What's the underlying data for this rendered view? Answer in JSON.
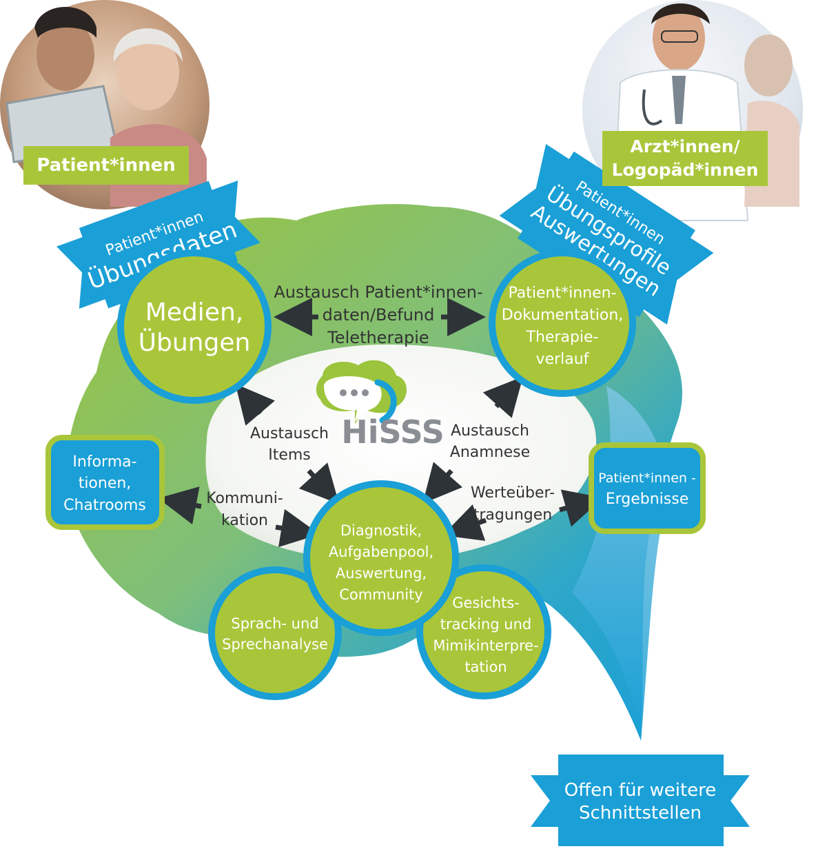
{
  "colors": {
    "green": "#a9c63a",
    "blue": "#1a9fd6",
    "dark_arrow": "#2e3338",
    "logo_gray": "#8a8e94"
  },
  "actors": {
    "patients": {
      "label": "Patient*innen",
      "icon": "patients-photo"
    },
    "doctors": {
      "line1": "Arzt*innen/",
      "line2": "Logopäd*innen",
      "icon": "doctor-photo"
    }
  },
  "banners": {
    "left": {
      "line1": "Patient*innen",
      "line2": "Übungsdaten"
    },
    "right": {
      "line1": "Patient*innen",
      "line2": "Übungsprofile",
      "line3": "Auswertungen"
    },
    "bottom": {
      "line1": "Offen für weitere",
      "line2": "Schnittstellen"
    }
  },
  "logo": {
    "text": "HiSSS",
    "icon": "speech-bubble-icon"
  },
  "nodes": {
    "media": {
      "line1": "Medien,",
      "line2": "Übungen"
    },
    "documentation": {
      "line1": "Patient*innen-",
      "line2": "Dokumentation,",
      "line3": "Therapie-",
      "line4": "verlauf"
    },
    "center": {
      "line1": "Diagnostik,",
      "line2": "Aufgabenpool,",
      "line3": "Auswertung,",
      "line4": "Community"
    },
    "speech": {
      "line1": "Sprach- und",
      "line2": "Sprechanalyse"
    },
    "face": {
      "line1": "Gesichts-",
      "line2": "tracking und",
      "line3": "Mimikinterpre-",
      "line4": "tation"
    },
    "info": {
      "line1": "Informa-",
      "line2": "tionen,",
      "line3": "Chatrooms"
    },
    "results": {
      "line1": "Patient*innen -",
      "line2": "Ergebnisse"
    }
  },
  "edges": {
    "top": {
      "line1": "Austausch Patient*innen-",
      "line2": "daten/Befund",
      "line3": "Teletherapie"
    },
    "items": {
      "line1": "Austausch",
      "line2": "Items"
    },
    "anamnese": {
      "line1": "Austausch",
      "line2": "Anamnese"
    },
    "communication": {
      "line1": "Kommuni-",
      "line2": "kation"
    },
    "values": {
      "line1": "Werteüber-",
      "line2": "tragungen"
    }
  }
}
